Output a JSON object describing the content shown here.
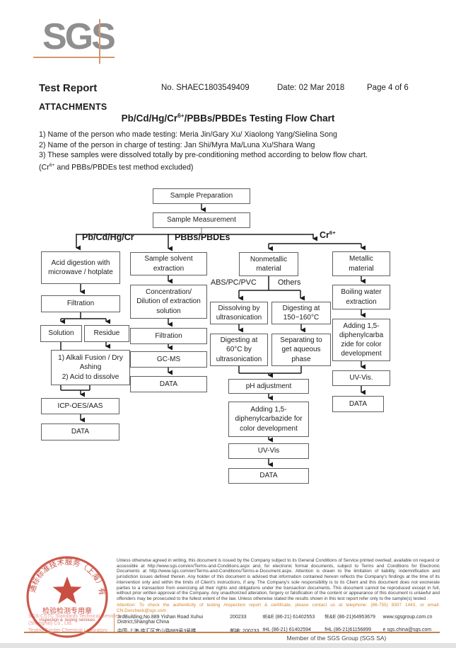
{
  "colors": {
    "sgs_gray": "#8f8f8f",
    "accent_orange": "#cf9973",
    "stamp_red": "#c43c2e",
    "attention_orange": "#d8822a",
    "company_pink": "#e59a94"
  },
  "header": {
    "logo_text": "SGS",
    "doc_title": "Test Report",
    "report_no": "No. SHAEC1803549409",
    "date": "Date: 02 Mar 2018",
    "page_no": "Page 4 of 6"
  },
  "attachments": {
    "section_title": "ATTACHMENTS",
    "chart_title": {
      "prefix": "Pb/Cd/Hg/Cr",
      "sup": "6+",
      "suffix": "/PBBs/PBDEs Testing Flow Chart"
    },
    "notes": [
      "1) Name of the person who made testing: Meria Jin/Gary Xu/ Xiaolong Yang/Sielina Song",
      "2) Name of the person in charge of testing: Jan Shi/Myra Ma/Luna Xu/Shara Wang",
      "3) These samples were dissolved totally by pre-conditioning method according to below flow chart."
    ],
    "note_cr": {
      "prefix": "(Cr",
      "sup": "6+",
      "suffix": " and PBBs/PBDEs test method excluded)"
    }
  },
  "flowchart": {
    "branches": {
      "left": "Pb/Cd/Hg/Cr",
      "middle": "PBBs/PBDEs",
      "right": {
        "prefix": "Cr",
        "sup": "6+"
      }
    },
    "sub_branch_labels": {
      "abs": "ABS/PC/PVC",
      "others": "Others"
    },
    "nodes": [
      {
        "label": "Sample Preparation"
      },
      {
        "label": "Sample Measurement"
      },
      {
        "label": "Acid digestion with\nmicrowave / hotplate"
      },
      {
        "label": "Filtration"
      },
      {
        "label": "Solution"
      },
      {
        "label": "Residue"
      },
      {
        "label": "1) Alkali Fusion / Dry\nAshing\n2) Acid to dissolve"
      },
      {
        "label": "ICP-OES/AAS"
      },
      {
        "label": "DATA"
      },
      {
        "label": "Sample solvent\nextraction"
      },
      {
        "label": "Concentration/\nDilution of extraction\nsolution"
      },
      {
        "label": "Filtration"
      },
      {
        "label": "GC-MS"
      },
      {
        "label": "DATA"
      },
      {
        "label": "Nonmetallic\nmaterial"
      },
      {
        "label": "Dissolving by\nultrasonication"
      },
      {
        "label": "Digesting at\n150~160°C"
      },
      {
        "label": "Digesting at\n60°C by\nultrasonication"
      },
      {
        "label": "Separating to\nget aqueous\nphase"
      },
      {
        "label": "pH adjustment"
      },
      {
        "label": "Adding 1,5-\ndiphenylcarbazide for\ncolor development"
      },
      {
        "label": "UV-Vis"
      },
      {
        "label": "DATA"
      },
      {
        "label": "Metallic\nmaterial"
      },
      {
        "label": "Boiling water\nextraction"
      },
      {
        "label": "Adding 1,5-\ndiphenylcarba\nzide for color\ndevelopment"
      },
      {
        "label": "UV-Vis."
      },
      {
        "label": "DATA"
      }
    ]
  },
  "footer": {
    "stamp": {
      "ring_text": "通标标准技术服务（上海）有限公司",
      "center_line1": "检验检测专用章",
      "center_line2": "Inspection & Testing Services",
      "company_line1": "SGS-CSTC Standards Technical Services (Shanghai) Co., Ltd.",
      "company_line2": "Testing Center-Chemical Laboratory"
    },
    "disclaimer": "Unless otherwise agreed in writing, this document is issued by the Company subject to its General Conditions of Service printed overleaf, available on request or accessible at http://www.sgs.com/en/Terms-and-Conditions.aspx and, for electronic format documents, subject to Terms and Conditions for Electronic Documents at http://www.sgs.com/en/Terms-and-Conditions/Terms-e-Document.aspx. Attention is drawn to the limitation of liability, indemnification and jurisdiction issues defined therein. Any holder of this document is advised that information contained hereon reflects the Company's findings at the time of its intervention only and within the limits of Client's instructions, if any. The Company's sole responsibility is to its Client and this document does not exonerate parties to a transaction from exercising all their rights and obligations under the transaction documents. This document cannot be reproduced except in full, without prior written approval of the Company. Any unauthorized alteration, forgery or falsification of the content or appearance of this document is unlawful and offenders may be prosecuted to the fullest extent of the law. Unless otherwise stated the results shown in this test report refer only to the sample(s) tested .",
    "attention": "Attention: To check the authenticity of testing /inspection report & certificate, please contact us at telephone: (86-755) 8307 1443, or email: CN.Doccheck@sgs.com",
    "address_en": {
      "street": "3rdBuilding,No.889 Yishan Road Xuhui District,Shanghai China",
      "zip": "200233",
      "tel": "tE&E (86-21) 61402553",
      "fax": "fE&E (86-21)64953679",
      "web": "www.sgsgroup.com.cn"
    },
    "address_cn": {
      "street": "中国·上海·徐汇区宜山路889号3号楼",
      "zip": "邮编: 200233",
      "tel": "tHL (86-21) 61402594",
      "fax": "fHL (86-21)61156899",
      "email": "e sgs.china@sgs.com"
    },
    "member": "Member of the SGS Group (SGS SA)"
  }
}
